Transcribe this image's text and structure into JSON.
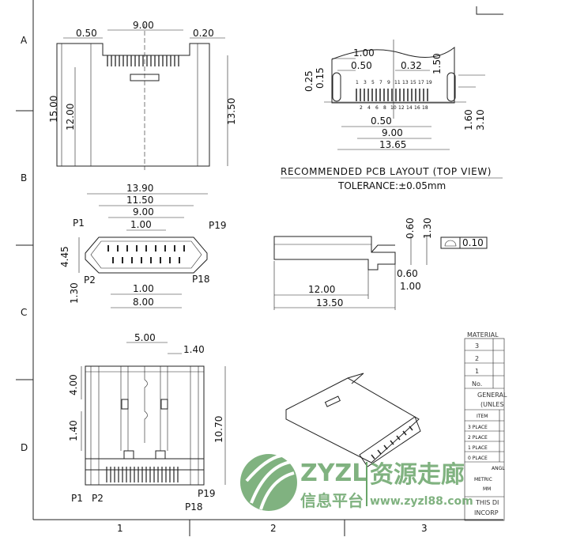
{
  "grid": {
    "rows": [
      "A",
      "B",
      "C",
      "D"
    ],
    "cols": [
      "1",
      "2",
      "3"
    ]
  },
  "top_view": {
    "d_width": "9.00",
    "d_left": "0.50",
    "d_right": "0.20",
    "d_len": "15.00",
    "d_body": "12.00",
    "d_total": "13.50"
  },
  "front_view": {
    "d_outer": "13.90",
    "d_mid": "11.50",
    "d_pins": "9.00",
    "d_pitch": "1.00",
    "d_height": "4.45",
    "d_low": "1.30",
    "d_pitch2": "1.00",
    "d_span": "8.00",
    "p1": "P1",
    "p19": "P19",
    "p2": "P2",
    "p18": "P18"
  },
  "pcb_layout": {
    "d_100": "1.00",
    "d_050": "0.50",
    "d_032": "0.32",
    "d_150": "1.50",
    "d_025": "0.25",
    "d_015": "0.15",
    "d_050b": "0.50",
    "d_900": "9.00",
    "d_1365": "13.65",
    "d_160": "1.60",
    "d_310": "3.10",
    "pins_top": [
      "1",
      "3",
      "5",
      "7",
      "9",
      "11",
      "13",
      "15",
      "17",
      "19"
    ],
    "pins_bottom": [
      "2",
      "4",
      "6",
      "8",
      "10",
      "12",
      "14",
      "16",
      "18"
    ],
    "title": "RECOMMENDED PCB LAYOUT (TOP VIEW)",
    "tolerance": "TOLERANCE:±0.05mm"
  },
  "side_view": {
    "d_060": "0.60",
    "d_130": "1.30",
    "flatness": "0.10",
    "d_060b": "0.60",
    "d_100": "1.00",
    "d_1200": "12.00",
    "d_1350": "13.50"
  },
  "bottom_view": {
    "d_500": "5.00",
    "d_140": "1.40",
    "d_400": "4.00",
    "d_140b": "1.40",
    "d_1070": "10.70",
    "p1": "P1",
    "p2": "P2",
    "p19": "P19",
    "p18": "P18"
  },
  "title_block": {
    "material": "MATERIAL",
    "rows": [
      "3",
      "2",
      "1",
      "No."
    ],
    "general": "GENERAL",
    "unless": "(UNLES",
    "item": "ITEM",
    "places": [
      "3 PLACE",
      "2 PLACE",
      "1 PLACE",
      "0 PLACE"
    ],
    "angle": "ANGL",
    "metric": "METRIC",
    "mm": "MM",
    "note1": "THIS DI",
    "note2": "INCORP"
  },
  "watermark": {
    "brand": "ZYZL",
    "cn_main": "资源走廊",
    "cn_sub": "信息平台",
    "url": "www.zyzl88.com"
  }
}
